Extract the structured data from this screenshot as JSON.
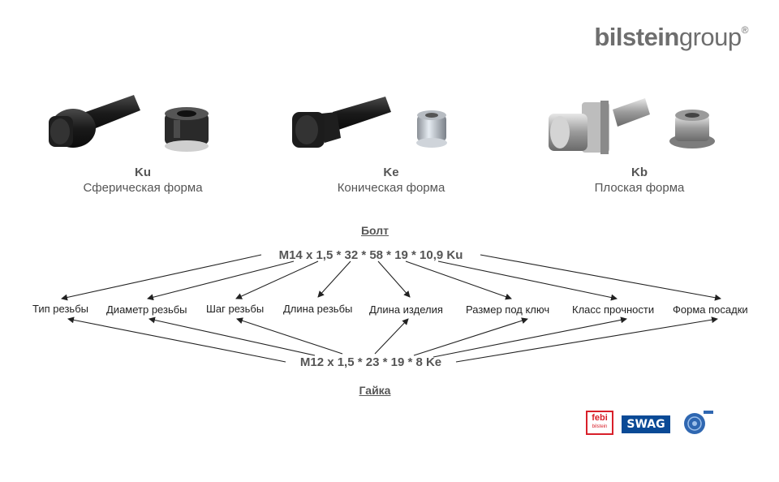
{
  "logo": {
    "bold": "bilstein",
    "light": "group",
    "reg": "®"
  },
  "types": [
    {
      "code": "Ku",
      "desc": "Сферическая форма"
    },
    {
      "code": "Ke",
      "desc": "Коническая форма"
    },
    {
      "code": "Kb",
      "desc": "Плоская форма"
    }
  ],
  "bolt": {
    "title": "Болт",
    "formula": "M14 x 1,5 * 32 * 58 * 19 * 10,9 Ku"
  },
  "nut": {
    "title": "Гайка",
    "formula": "M12 x 1,5 * 23 * 19 * 8 Ke"
  },
  "params": [
    "Тип резьбы",
    "Диаметр резьбы",
    "Шаг резьбы",
    "Длина резьбы",
    "Длина изделия",
    "Размер под ключ",
    "Класс прочности",
    "Форма посадки"
  ],
  "brands": {
    "febi": "febi",
    "febi_sub": "bilstein",
    "swag": "SWAG"
  },
  "colors": {
    "text": "#555555",
    "bolt": "#1c1c1c",
    "swag_blue": "#0a4a96",
    "febi_red": "#d8202a",
    "blueprint": "#2f67b1"
  }
}
